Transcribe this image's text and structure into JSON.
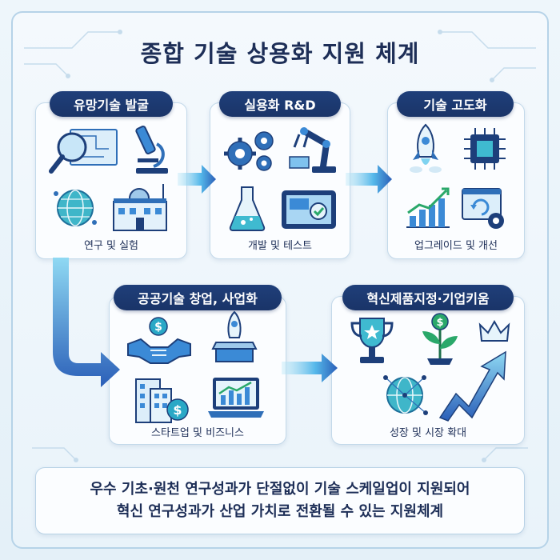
{
  "title": "종합 기술 상용화 지원 체계",
  "stages": [
    {
      "label": "유망기술 발굴",
      "caption": "연구 및 실험"
    },
    {
      "label": "실용화 R&D",
      "caption": "개발 및 테스트"
    },
    {
      "label": "기술 고도화",
      "caption": "업그레이드 및 개선"
    },
    {
      "label": "공공기술 창업, 사업화",
      "caption": "스타트업 및 비즈니스"
    },
    {
      "label": "혁신제품지정·기업키움",
      "caption": "성장 및 시장 확대"
    }
  ],
  "summary": {
    "line1": "우수 기초·원천 연구성과가 단절없이 기술 스케일업이 지원되어",
    "line2": "혁신 연구성과가 산업 가치로 전환될 수 있는 지원체계"
  },
  "icons": {
    "stage1": [
      "magnifier-blueprint-icon",
      "microscope-icon",
      "globe-network-icon",
      "lab-building-icon"
    ],
    "stage2": [
      "gears-icon",
      "robot-arm-icon",
      "flask-icon",
      "tablet-check-icon"
    ],
    "stage3": [
      "rocket-icon",
      "chip-icon",
      "growth-chart-icon",
      "update-gear-icon"
    ],
    "stage4": [
      "handshake-icon",
      "rocket-box-icon",
      "office-building-icon",
      "laptop-chart-icon"
    ],
    "stage5": [
      "trophy-icon",
      "money-plant-icon",
      "crown-icon",
      "globe-network-icon",
      "growth-arrow-icon"
    ]
  },
  "colors": {
    "navy": "#1d2e57",
    "pill": "#1f3f7a",
    "accent_blue": "#2f7fd0",
    "accent_teal": "#34c0c4",
    "arrow_gradient_start": "#7fd3f0",
    "arrow_gradient_end": "#2b5fb8"
  }
}
